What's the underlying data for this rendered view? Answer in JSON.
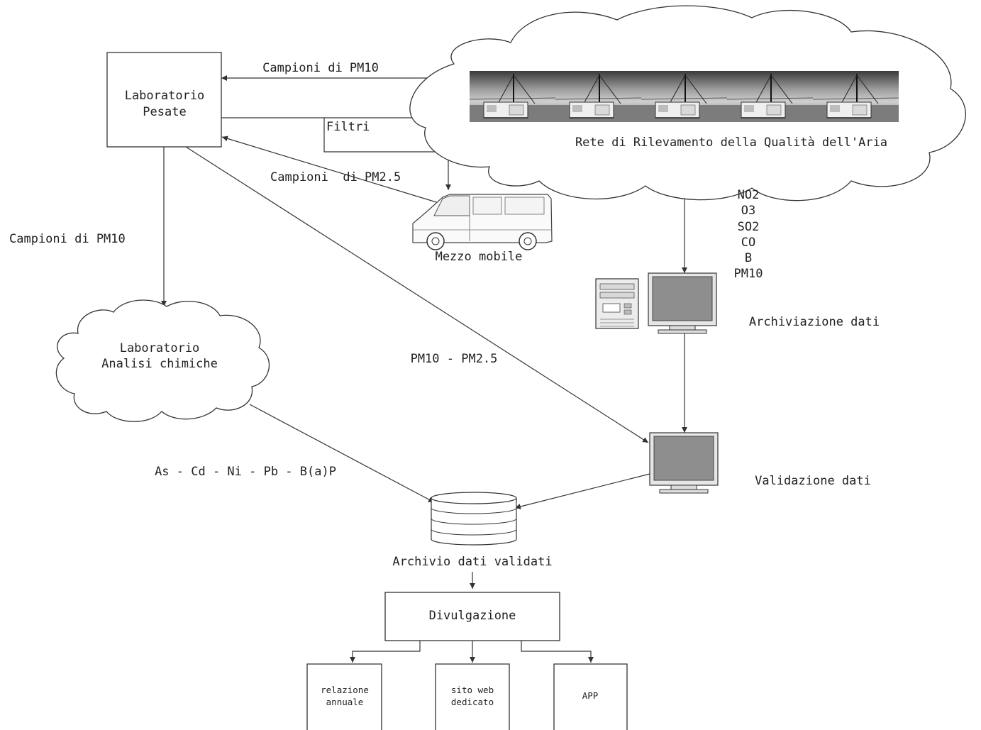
{
  "nodes": {
    "lab_pesate": [
      "Laboratorio",
      "Pesate"
    ],
    "rete": "Rete di Rilevamento della Qualità dell'Aria",
    "mezzo_mobile": "Mezzo mobile",
    "lab_analisi": [
      "Laboratorio",
      "Analisi chimiche"
    ],
    "archiviazione": "Archiviazione dati",
    "validazione": "Validazione dati",
    "archivio": "Archivio dati validati",
    "divulgazione": "Divulgazione",
    "outputs": {
      "relazione": [
        "relazione",
        "annuale"
      ],
      "sito": [
        "sito web",
        "dedicato"
      ],
      "app": "APP"
    }
  },
  "edges": {
    "campioni_pm10_top": "Campioni di PM10",
    "filtri": "Filtri",
    "campioni_pm25": "Campioni  di PM2.5",
    "campioni_pm10_left": "Campioni di PM10",
    "pm10_pm25": "PM10 - PM2.5",
    "metals": "As - Cd - Ni - Pb - B(a)P",
    "pollutants": [
      "NO2",
      "O3",
      "SO2",
      "CO",
      "B",
      "PM10"
    ]
  },
  "icons": {
    "stations": "monitoring-station-photo",
    "van": "van-icon",
    "workstation": "desktop-computer-icon",
    "monitor": "monitor-icon",
    "database": "database-icon"
  }
}
